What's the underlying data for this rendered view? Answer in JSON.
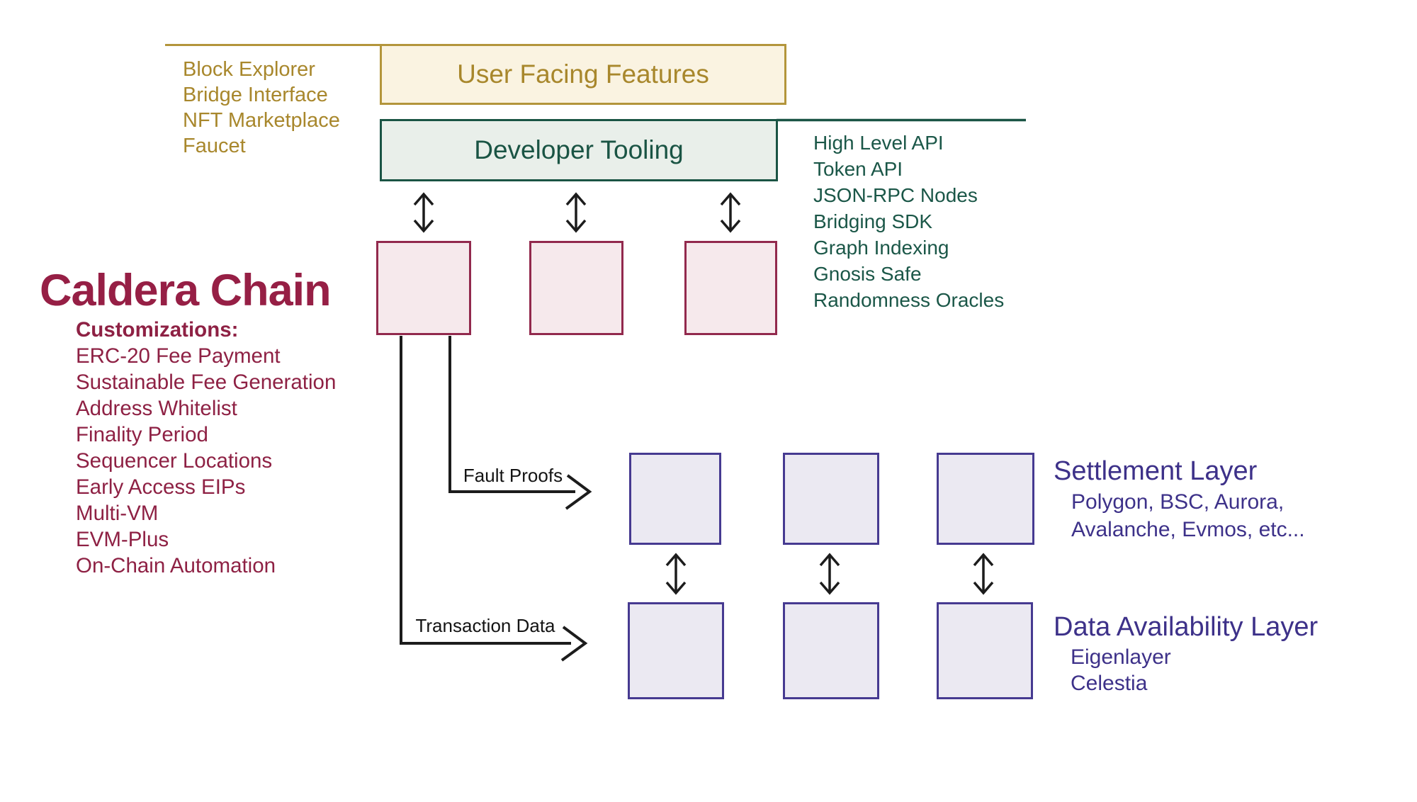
{
  "user_facing": {
    "title": "User Facing Features",
    "items": [
      "Block Explorer",
      "Bridge Interface",
      "NFT Marketplace",
      "Faucet"
    ]
  },
  "developer_tooling": {
    "title": "Developer Tooling",
    "items": [
      "High Level API",
      "Token API",
      "JSON-RPC Nodes",
      "Bridging SDK",
      "Graph Indexing",
      "Gnosis Safe",
      "Randomness Oracles"
    ]
  },
  "caldera": {
    "title": "Caldera Chain",
    "customizations_label": "Customizations:",
    "customizations": [
      "ERC-20 Fee Payment",
      "Sustainable Fee Generation",
      "Address Whitelist",
      "Finality Period",
      "Sequencer Locations",
      "Early Access EIPs",
      "Multi-VM",
      "EVM-Plus",
      "On-Chain Automation"
    ]
  },
  "edges": {
    "fault_proofs": "Fault Proofs",
    "transaction_data": "Transaction Data"
  },
  "settlement": {
    "title": "Settlement Layer",
    "lines": [
      "Polygon, BSC, Aurora,",
      "Avalanche, Evmos, etc..."
    ]
  },
  "data_availability": {
    "title": "Data Availability Layer",
    "lines": [
      "Eigenlayer",
      "Celestia"
    ]
  },
  "colors": {
    "gold": "#a8872c",
    "gold_border": "#b3953b",
    "gold_fill": "#faf3e1",
    "dark_green": "#1a5444",
    "green_fill": "#e9efea",
    "maroon": "#961f45",
    "pink_border": "#92294d",
    "pink_fill": "#f6e9ec",
    "indigo": "#3d3189",
    "purple_border": "#463a91",
    "purple_fill": "#ebe9f2",
    "arrow_black": "#1c1c1c"
  }
}
